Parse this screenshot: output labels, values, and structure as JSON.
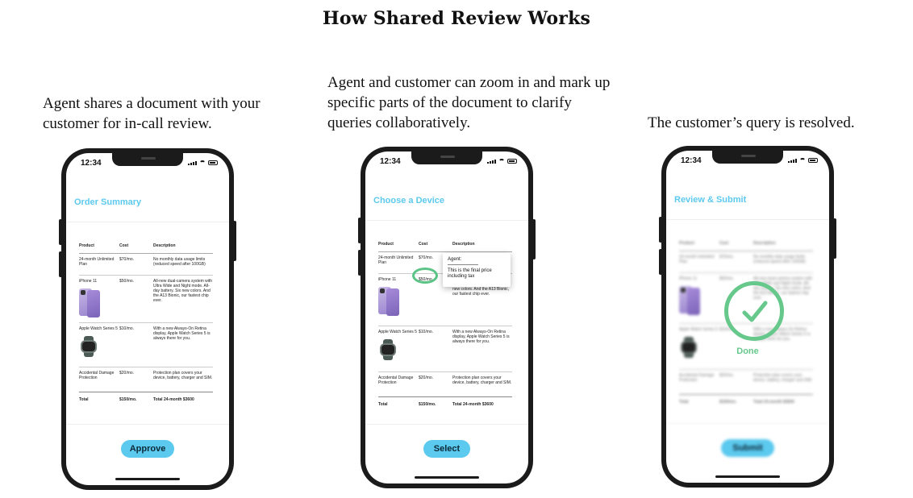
{
  "page_title": "How Shared Review Works",
  "captions": [
    "Agent shares a document with your customer for in-call review.",
    "Agent and customer can zoom in and mark up specific parts of the document to clarify queries collaboratively.",
    "The customer’s query is resolved."
  ],
  "status_time": "12:34",
  "table": {
    "headers": [
      "Product",
      "Cost",
      "Description"
    ],
    "rows": [
      {
        "product": "24-month Unlimited Plan",
        "cost": "$70/mo.",
        "desc": "No monthly data usage limits (reduced speed after 100GB)"
      },
      {
        "product": "iPhone 11",
        "cost": "$50/mo.",
        "desc": "All-new dual-camera system with Ultra Wide and Night mode. All-day battery. Six new colors. And the A13 Bionic, our fastest chip ever."
      },
      {
        "product": "Apple Watch Series 5",
        "cost": "$10/mo.",
        "desc": "With a new Always-On Retina display, Apple Watch Series 5 is always there for you."
      },
      {
        "product": "Accidental Damage Protection",
        "cost": "$20/mo.",
        "desc": "Protection plan covers your device, battery, charger and SIM."
      }
    ],
    "total": {
      "label": "Total",
      "cost": "$150/mo.",
      "desc": "Total 24-month $3600"
    }
  },
  "screens": [
    {
      "title": "Order Summary",
      "button": "Approve"
    },
    {
      "title": "Choose a Device",
      "button": "Select",
      "tooltip": {
        "agent": "Agent:",
        "message": "This is the final price including tax"
      },
      "partial_desc": "new colors. And the A13 Bionic, our fastest chip ever."
    },
    {
      "title": "Review & Submit",
      "button": "Submit",
      "done": "Done"
    }
  ],
  "colors": {
    "accent": "#5cc9ee",
    "done": "#67c88c",
    "mark": "#5bc486"
  }
}
